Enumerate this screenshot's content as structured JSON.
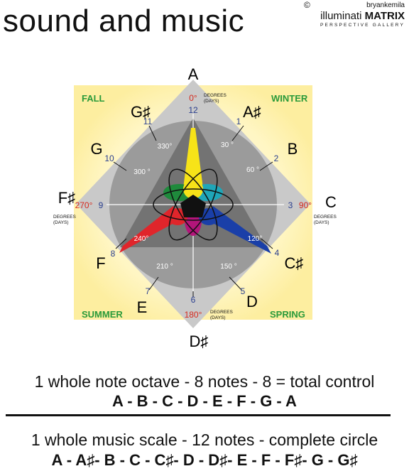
{
  "header": {
    "title": "sound and music",
    "copyright_symbol": "©",
    "author": "bryankemila",
    "brand_light": "illuminati",
    "brand_bold": "MATRIX",
    "gallery": "PERSPECTIVE GALLERY"
  },
  "seasons": {
    "fall": "FALL",
    "winter": "WINTER",
    "summer": "SUMMER",
    "spring": "SPRING"
  },
  "notes": [
    {
      "note": "A",
      "num": "12",
      "deg": "0°"
    },
    {
      "note": "A♯",
      "num": "1",
      "deg": "30 °"
    },
    {
      "note": "B",
      "num": "2",
      "deg": "60 °"
    },
    {
      "note": "C",
      "num": "3",
      "deg": "90°"
    },
    {
      "note": "C♯",
      "num": "4",
      "deg": "120°"
    },
    {
      "note": "D",
      "num": "5",
      "deg": "150 °"
    },
    {
      "note": "D♯",
      "num": "6",
      "deg": "180°"
    },
    {
      "note": "E",
      "num": "7",
      "deg": "210 °"
    },
    {
      "note": "F",
      "num": "8",
      "deg": "240°"
    },
    {
      "note": "F♯",
      "num": "9",
      "deg": "270°"
    },
    {
      "note": "G",
      "num": "10",
      "deg": "300 °"
    },
    {
      "note": "G♯",
      "num": "11",
      "deg": "330°"
    }
  ],
  "degrees_caption": {
    "line1": "DEGREES",
    "line2": "(DAYS)"
  },
  "colors": {
    "yellow": "#f7e318",
    "blue": "#1a3fa8",
    "red": "#e0252b",
    "green": "#1f8a3c",
    "cyan": "#1fa6b8",
    "magenta": "#b3157a",
    "season_green": "#2a9a3a",
    "accent_red": "#d62a1e",
    "number_blue": "#2a3f8f"
  },
  "text": {
    "line1": "1 whole note octave - 8 notes - 8 = total control",
    "line2": "A - B - C - D - E - F - G - A",
    "line3": "1 whole music scale - 12 notes - complete circle",
    "line4": "A - A♯- B - C - C♯- D - D♯- E - F - F♯- G - G♯"
  }
}
